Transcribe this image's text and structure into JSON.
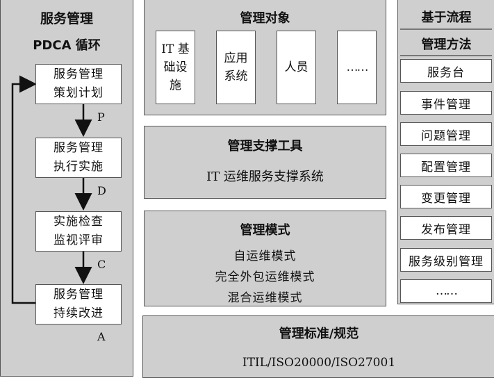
{
  "pdca": {
    "title": "服务管理",
    "subtitle": "PDCA 循环",
    "steps": [
      {
        "line1": "服务管理",
        "line2": "策划计划",
        "letter": "P"
      },
      {
        "line1": "服务管理",
        "line2": "执行实施",
        "letter": "D"
      },
      {
        "line1": "实施检查",
        "line2": "监视评审",
        "letter": "C"
      },
      {
        "line1": "服务管理",
        "line2": "持续改进",
        "letter": "A"
      }
    ]
  },
  "objects": {
    "title": "管理对象",
    "items": [
      {
        "lines": [
          "IT 基",
          "础设",
          "施"
        ]
      },
      {
        "lines": [
          "应用",
          "系统"
        ]
      },
      {
        "lines": [
          "人员"
        ]
      },
      {
        "lines": [
          "……"
        ]
      }
    ]
  },
  "tools": {
    "title": "管理支撑工具",
    "content": "IT 运维服务支撑系统"
  },
  "modes": {
    "title": "管理模式",
    "items": [
      "自运维模式",
      "完全外包运维模式",
      "混合运维模式"
    ]
  },
  "standards": {
    "title": "管理标准/规范",
    "content": "ITIL/ISO20000/ISO27001"
  },
  "process": {
    "title_line1": "基于流程",
    "title_line2": "管理方法",
    "items": [
      "服务台",
      "事件管理",
      "问题管理",
      "配置管理",
      "变更管理",
      "发布管理",
      "服务级别管理",
      "……"
    ]
  }
}
